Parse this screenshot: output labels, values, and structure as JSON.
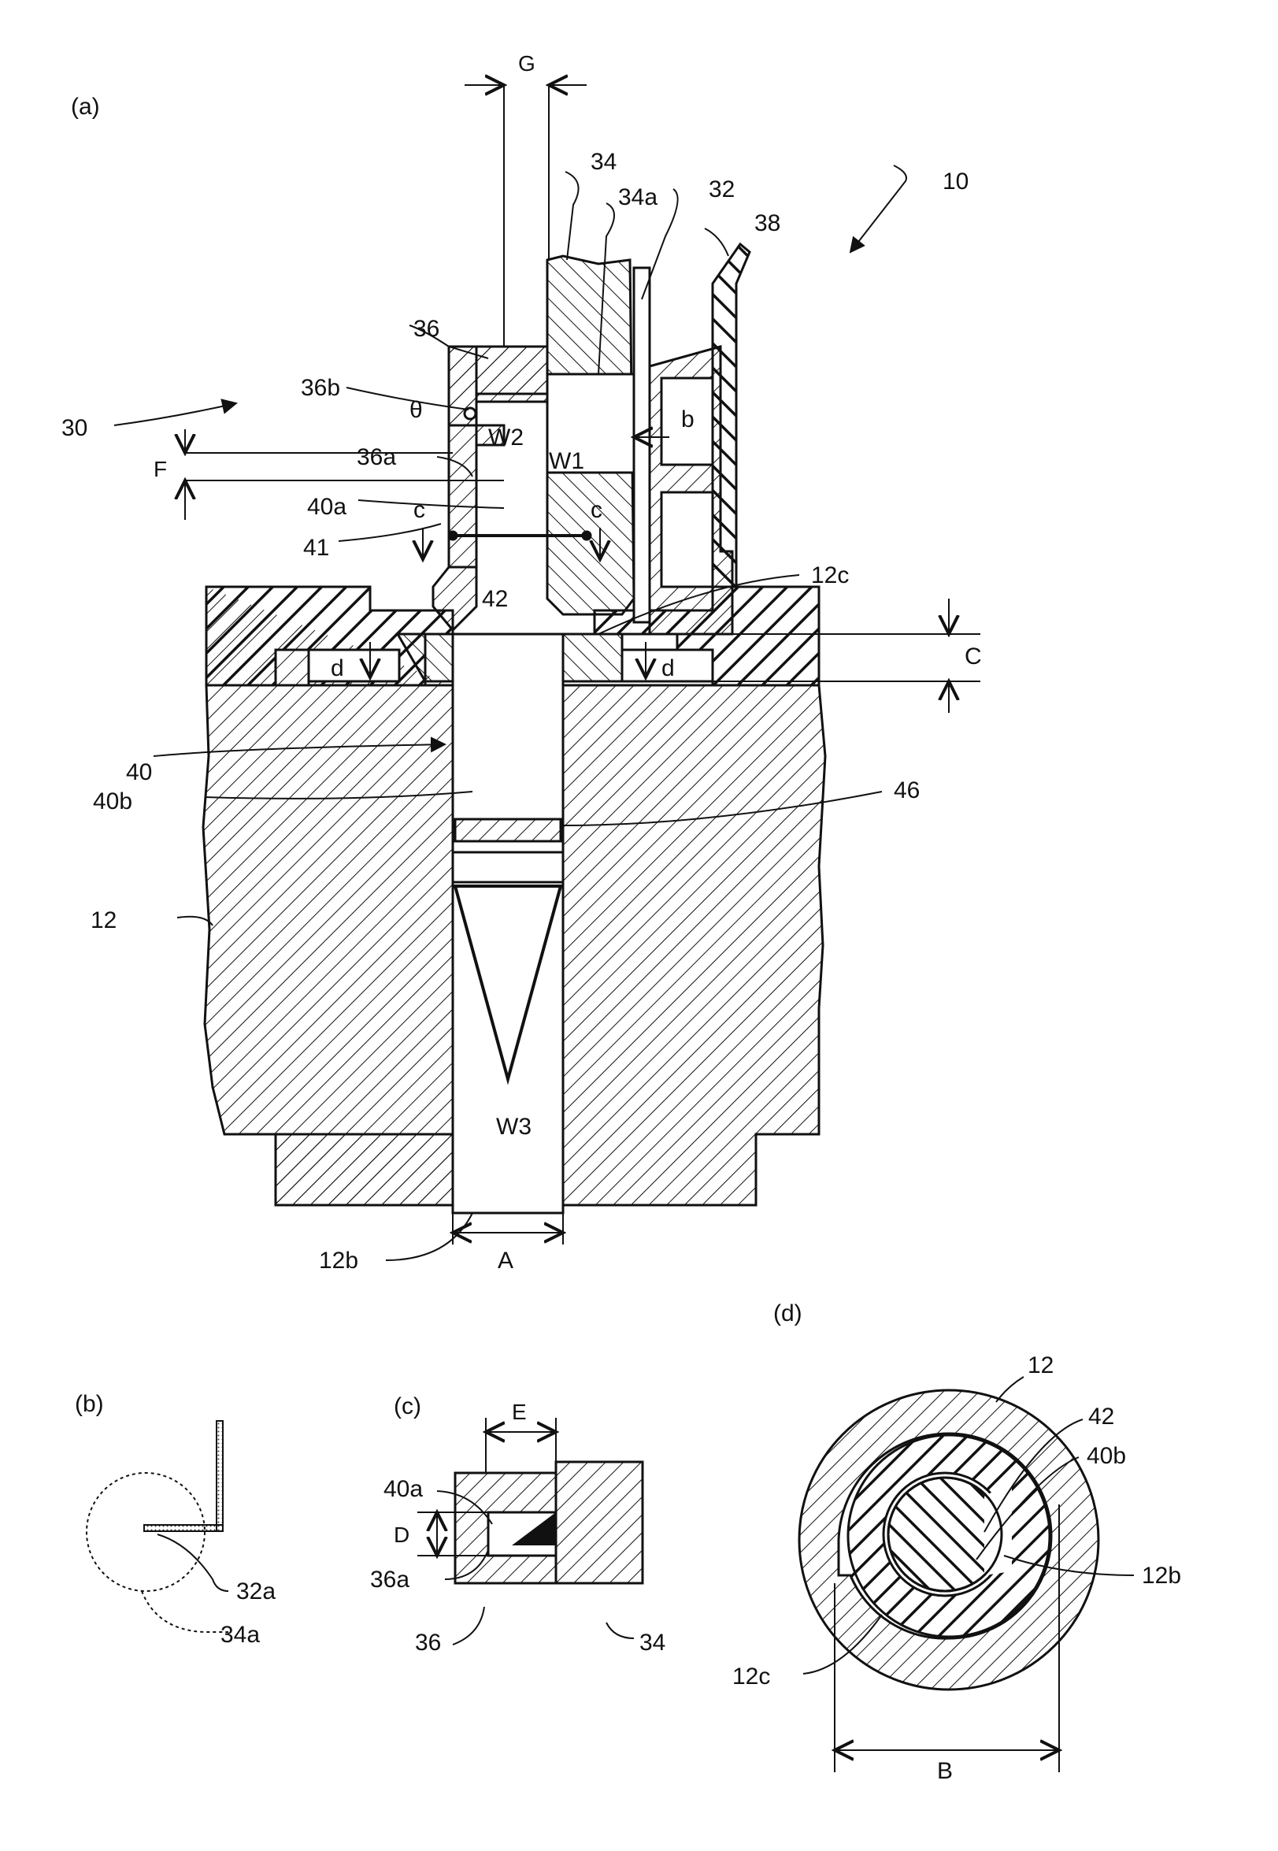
{
  "figure": {
    "panels": {
      "a": "(a)",
      "b": "(b)",
      "c": "(c)",
      "d": "(d)"
    },
    "panel_a": {
      "labels": {
        "G": "G",
        "34": "34",
        "34a": "34a",
        "32": "32",
        "38": "38",
        "10": "10",
        "36": "36",
        "36b": "36b",
        "theta": "θ",
        "30": "30",
        "36a": "36a",
        "W2": "W2",
        "W1": "W1",
        "b": "b",
        "F": "F",
        "40a": "40a",
        "c_left": "c",
        "c_right": "c",
        "41": "41",
        "42": "42",
        "12c": "12c",
        "d_left": "d",
        "d_right": "d",
        "C": "C",
        "40": "40",
        "40b": "40b",
        "46": "46",
        "12": "12",
        "W3": "W3",
        "12b": "12b",
        "A": "A"
      }
    },
    "panel_b": {
      "labels": {
        "32a": "32a",
        "34a": "34a"
      }
    },
    "panel_c": {
      "labels": {
        "E": "E",
        "40a": "40a",
        "D": "D",
        "36a": "36a",
        "36": "36",
        "34": "34"
      }
    },
    "panel_d": {
      "labels": {
        "12": "12",
        "42": "42",
        "40b": "40b",
        "12b": "12b",
        "12c": "12c",
        "B": "B"
      }
    }
  }
}
